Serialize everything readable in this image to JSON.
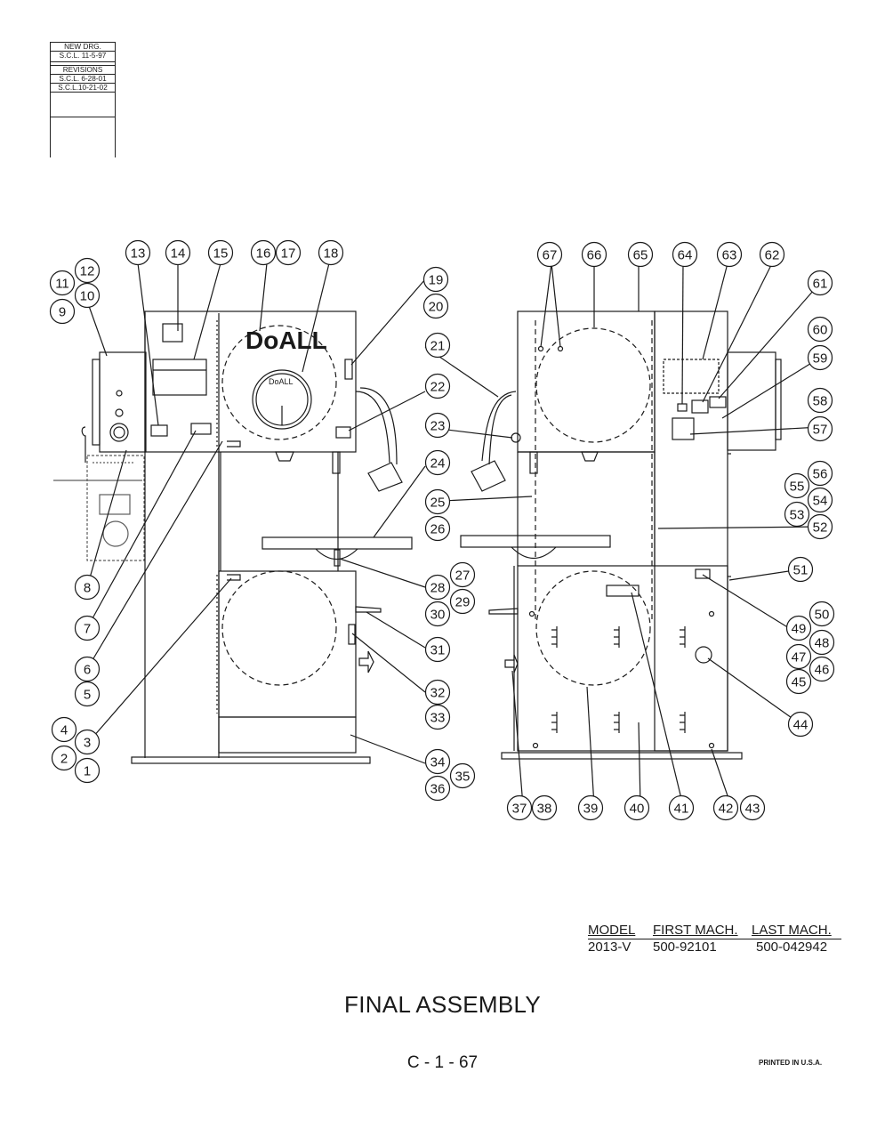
{
  "revisions": {
    "lines": [
      "NEW DRG.",
      "S.C.L. 11-5-97",
      "REVISIONS",
      "S.C.L. 6-28-01",
      "S.C.L.10-21-02"
    ]
  },
  "brand": {
    "logo_large": "DoALL",
    "logo_small": "DoALL"
  },
  "callouts": [
    "1",
    "2",
    "3",
    "4",
    "5",
    "6",
    "7",
    "8",
    "9",
    "10",
    "11",
    "12",
    "13",
    "14",
    "15",
    "16",
    "17",
    "18",
    "19",
    "20",
    "21",
    "22",
    "23",
    "24",
    "25",
    "26",
    "27",
    "28",
    "29",
    "30",
    "31",
    "32",
    "33",
    "34",
    "35",
    "36",
    "37",
    "38",
    "39",
    "40",
    "41",
    "42",
    "43",
    "44",
    "45",
    "46",
    "47",
    "48",
    "49",
    "50",
    "51",
    "52",
    "53",
    "54",
    "55",
    "56",
    "57",
    "58",
    "59",
    "60",
    "61",
    "62",
    "63",
    "64",
    "65",
    "66",
    "67"
  ],
  "model_table": {
    "headers": [
      "MODEL",
      "FIRST MACH.",
      "LAST MACH."
    ],
    "rows": [
      [
        "2013-V",
        "500-92101",
        "500-042942"
      ]
    ]
  },
  "title": "FINAL ASSEMBLY",
  "page_number": "C - 1 - 67",
  "printed": "PRINTED IN U.S.A."
}
